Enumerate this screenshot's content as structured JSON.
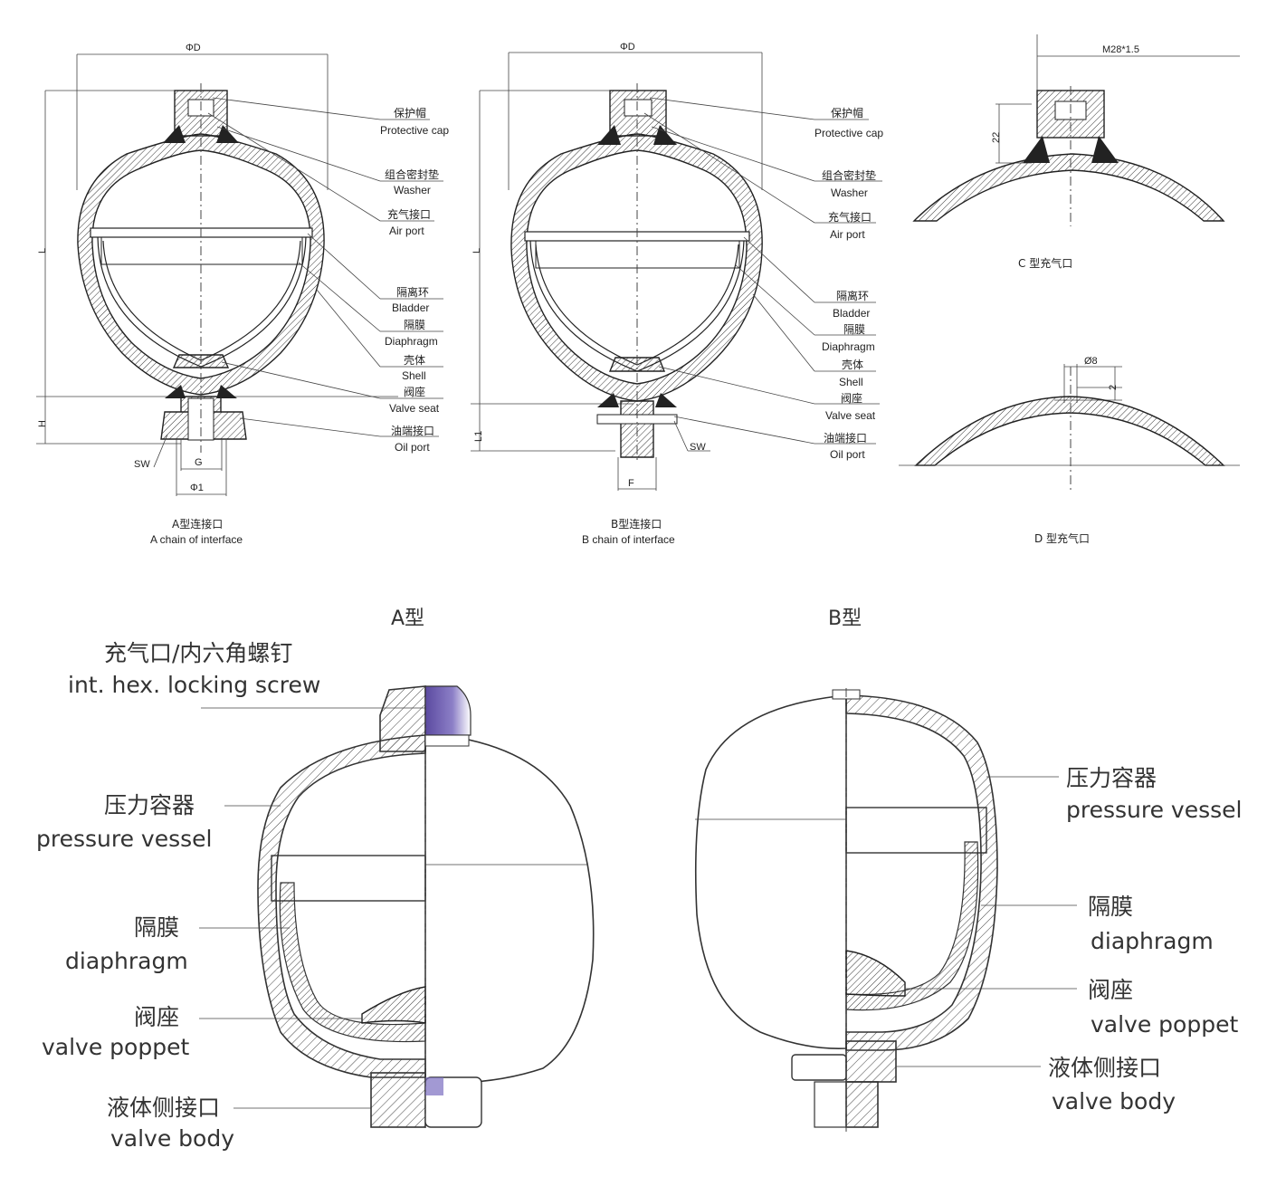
{
  "top_diagrams": {
    "a": {
      "dim_phiD": "ΦD",
      "dim_L": "L",
      "dim_H": "H",
      "dim_SW": "SW",
      "dim_G": "G",
      "dim_phi1": "Φ1",
      "caption_cn": "A型连接口",
      "caption_en": "A chain of interface",
      "labels": [
        {
          "cn": "保护帽",
          "en": "Protective cap"
        },
        {
          "cn": "组合密封垫",
          "en": "Washer"
        },
        {
          "cn": "充气接口",
          "en": "Air port"
        },
        {
          "cn": "隔离环",
          "en": "Bladder"
        },
        {
          "cn": "隔膜",
          "en": "Diaphragm"
        },
        {
          "cn": "壳体",
          "en": "Shell"
        },
        {
          "cn": "阀座",
          "en": "Valve seat"
        },
        {
          "cn": "油端接口",
          "en": "Oil port"
        }
      ]
    },
    "b": {
      "dim_phiD": "ΦD",
      "dim_L": "L",
      "dim_L1": "L1",
      "dim_SW": "SW",
      "dim_F": "F",
      "caption_cn": "B型连接口",
      "caption_en": "B chain of interface",
      "labels": [
        {
          "cn": "保护帽",
          "en": "Protective cap"
        },
        {
          "cn": "组合密封垫",
          "en": "Washer"
        },
        {
          "cn": "充气接口",
          "en": "Air port"
        },
        {
          "cn": "隔离环",
          "en": "Bladder"
        },
        {
          "cn": "隔膜",
          "en": "Diaphragm"
        },
        {
          "cn": "壳体",
          "en": "Shell"
        },
        {
          "cn": "阀座",
          "en": "Valve seat"
        },
        {
          "cn": "油端接口",
          "en": "Oil port"
        }
      ]
    },
    "c": {
      "dim_thread": "M28*1.5",
      "dim_height": "22",
      "caption": "C 型充气口"
    },
    "d": {
      "dim_phi": "Ø8",
      "dim_height": "2",
      "caption": "D 型充气口"
    }
  },
  "bottom_diagrams": {
    "a": {
      "title": "A型",
      "labels": [
        {
          "cn": "充气口/内六角螺钉",
          "en": "int. hex. locking screw"
        },
        {
          "cn": "压力容器",
          "en": "pressure vessel"
        },
        {
          "cn": "隔膜",
          "en": "diaphragm"
        },
        {
          "cn": "阀座",
          "en": "valve poppet"
        },
        {
          "cn": "液体侧接口",
          "en": "valve body"
        }
      ]
    },
    "b": {
      "title": "B型",
      "labels": [
        {
          "cn": "压力容器",
          "en": "pressure vessel"
        },
        {
          "cn": "隔膜",
          "en": "diaphragm"
        },
        {
          "cn": "阀座",
          "en": "valve poppet"
        },
        {
          "cn": "液体侧接口",
          "en": "valve body"
        }
      ]
    }
  }
}
